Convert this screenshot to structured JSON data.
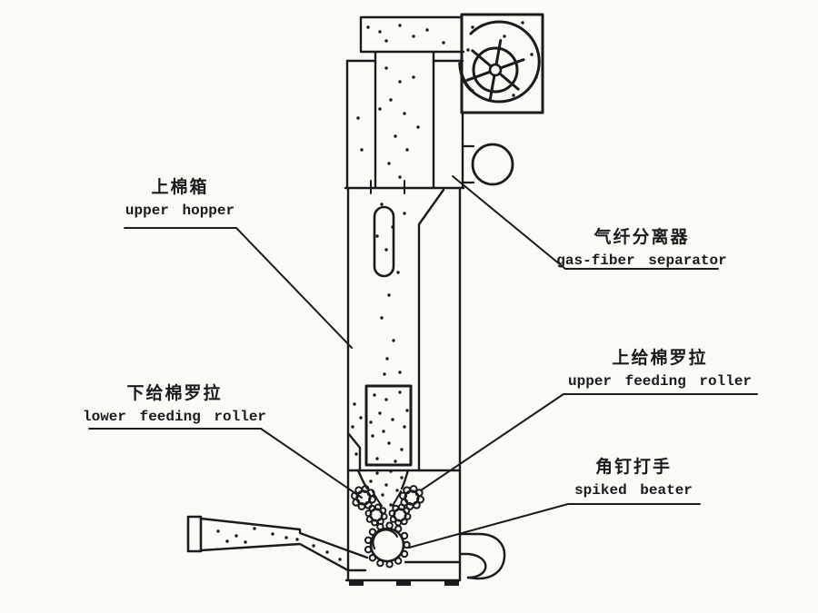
{
  "colors": {
    "ink": "#1b1b1b",
    "paper": "#fbfaf7"
  },
  "labels": {
    "upper_hopper": {
      "zh": "上棉箱",
      "en": "upper hopper"
    },
    "gas_fiber_separator": {
      "zh": "气纤分离器",
      "en": "gas-fiber separator"
    },
    "upper_feeding_roller": {
      "zh": "上给棉罗拉",
      "en": "upper feeding roller"
    },
    "lower_feeding_roller": {
      "zh": "下给棉罗拉",
      "en": "lower feeding roller"
    },
    "spiked_beater": {
      "zh": "角钉打手",
      "en": "spiked beater"
    }
  }
}
